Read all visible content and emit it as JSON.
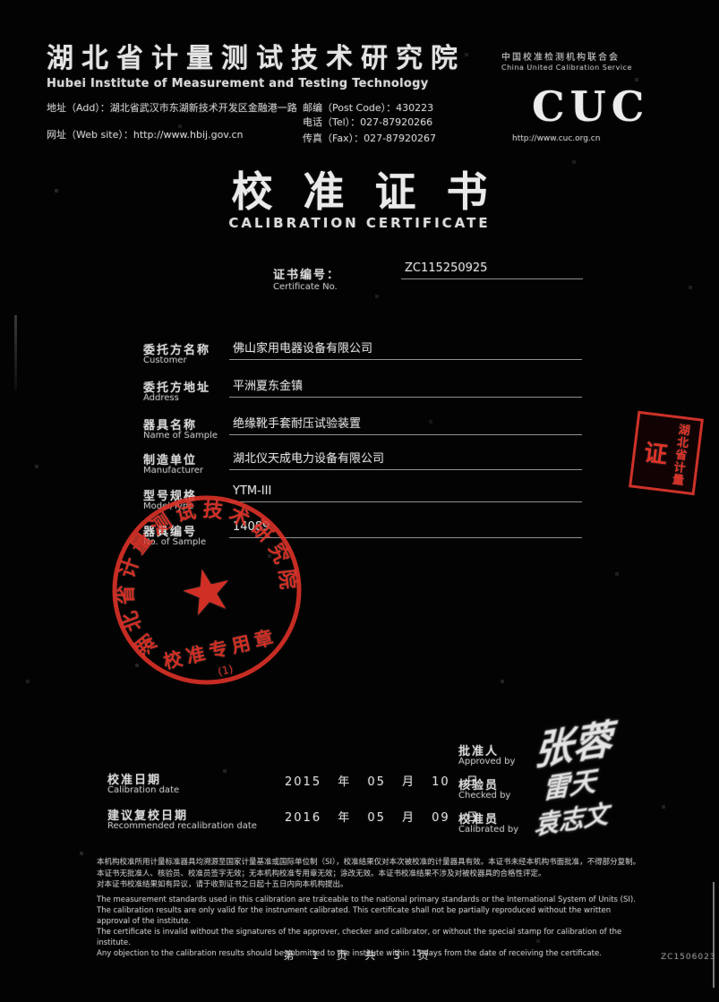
{
  "header": {
    "institute_cn": "湖北省计量测试技术研究院",
    "institute_en": "Hubei Institute of Measurement and Testing Technology",
    "address": "地址（Add）：湖北省武汉市东湖新技术开发区金融港一路",
    "website": "网址（Web site）：http://www.hbij.gov.cn",
    "postcode": "邮编（Post Code）：430223",
    "tel": "电话（Tel）：027-87920266",
    "fax": "传真（Fax）：027-87920267",
    "union_cn": "中国校准检测机构联合会",
    "union_en": "China United Calibration Service",
    "logo_text": "CUC",
    "logo_sub": "http://www.cuc.org.cn"
  },
  "title": {
    "cn": "校准证书",
    "en": "CALIBRATION CERTIFICATE"
  },
  "certificate": {
    "label_cn": "证书编号：",
    "label_en": "Certificate No.",
    "number": "ZC115250925"
  },
  "fields": [
    {
      "label_cn": "委托方名称",
      "label_en": "Customer",
      "value": "佛山家用电器设备有限公司"
    },
    {
      "label_cn": "委托方地址",
      "label_en": "Address",
      "value": "平洲夏东金镇"
    },
    {
      "label_cn": "器具名称",
      "label_en": "Name of Sample",
      "value": "绝缘靴手套耐压试验装置"
    },
    {
      "label_cn": "制造单位",
      "label_en": "Manufacturer",
      "value": "湖北仪天成电力设备有限公司"
    },
    {
      "label_cn": "型号规格",
      "label_en": "Model/Type",
      "value": "YTM-III"
    },
    {
      "label_cn": "器具编号",
      "label_en": "No. of Sample",
      "value": "14089"
    }
  ],
  "stamps": {
    "stamp_red": "#e03328",
    "circle": {
      "ring": "湖北省计量测试技术研究院",
      "star": "★",
      "caption": "校准专用章",
      "note": "(1)"
    },
    "side": {
      "col1": "湖北省计量",
      "col2": "证"
    }
  },
  "signoff": {
    "approved_cn": "批准人",
    "approved_en": "Approved by",
    "approved_sig": "张蓉",
    "checked_cn": "核验员",
    "checked_en": "Checked by",
    "checked_sig": "雷天",
    "calibrated_cn": "校准员",
    "calibrated_en": "Calibrated by",
    "calibrated_sig": "袁志文"
  },
  "dates": {
    "cal_cn": "校准日期",
    "cal_en": "Calibration date",
    "cal_value": "2015 年 05 月 10 日",
    "recal_cn": "建议复校日期",
    "recal_en": "Recommended recalibration date",
    "recal_value": "2016 年 05 月 09 日"
  },
  "disclaimer": {
    "cn": [
      "本机构校准所用计量标准器具均溯源至国家计量基准或国际单位制（SI），校准结果仅对本次被校准的计量器具有效。本证书未经本机构书面批准，不得部分复制。",
      "本证书无批准人、核验员、校准员签字无效；无本机构校准专用章无效；涂改无效。本证书校准结果不涉及对被校器具的合格性评定。",
      "对本证书校准结果如有异议，请于收到证书之日起十五日内向本机构提出。"
    ],
    "en": [
      "The measurement standards used in this calibration are traceable to the national primary standards or the International System of Units (SI).",
      "The calibration results are only valid for the instrument calibrated. This certificate shall not be partially reproduced without the written approval of the institute.",
      "The certificate is invalid without the signatures of the approver, checker and calibrator, or without the special stamp for calibration of the institute.",
      "Any objection to the calibration results should be submitted to the institute within 15 days from the date of receiving the certificate."
    ]
  },
  "footer": {
    "page": "第 1 页 共 3 页",
    "doc_code": "ZC1506023"
  }
}
